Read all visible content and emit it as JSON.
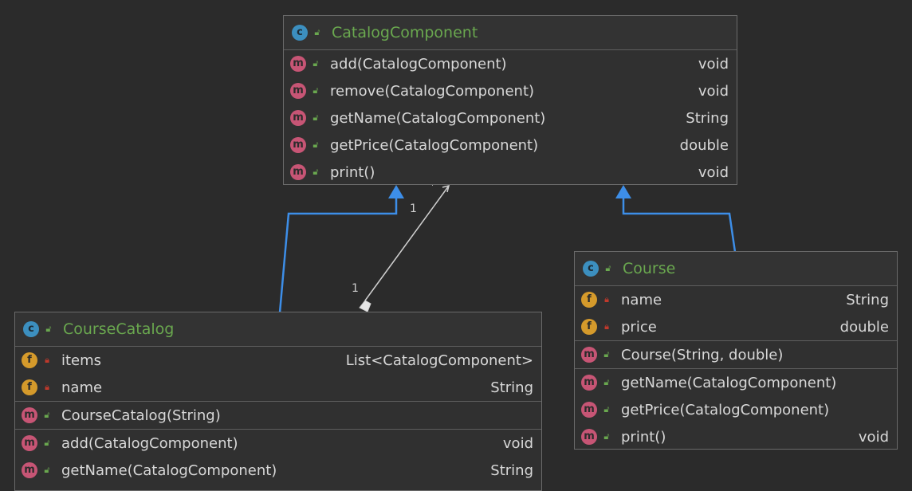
{
  "colors": {
    "background": "#2b2b2b",
    "class_name": "#6aa84f",
    "inheritance_edge": "#3d8ee8",
    "association_edge": "#d0d0d0"
  },
  "classes": {
    "catalog_component": {
      "name": "CatalogComponent",
      "icon": "class-icon",
      "methods": [
        {
          "name": "add(CatalogComponent)",
          "type": "void"
        },
        {
          "name": "remove(CatalogComponent)",
          "type": "void"
        },
        {
          "name": "getName(CatalogComponent)",
          "type": "String"
        },
        {
          "name": "getPrice(CatalogComponent)",
          "type": "double"
        },
        {
          "name": "print()",
          "type": "void"
        }
      ]
    },
    "course": {
      "name": "Course",
      "icon": "class-icon",
      "fields": [
        {
          "name": "name",
          "type": "String"
        },
        {
          "name": "price",
          "type": "double"
        }
      ],
      "constructors": [
        {
          "name": "Course(String, double)"
        }
      ],
      "methods": [
        {
          "name": "getName(CatalogComponent)",
          "type": ""
        },
        {
          "name": "getPrice(CatalogComponent)",
          "type": "!"
        },
        {
          "name": "print()",
          "type": "void"
        }
      ]
    },
    "course_catalog": {
      "name": "CourseCatalog",
      "icon": "class-icon",
      "fields": [
        {
          "name": "items",
          "type": "List<CatalogComponent>"
        },
        {
          "name": "name",
          "type": "String"
        }
      ],
      "constructors": [
        {
          "name": "CourseCatalog(String)"
        }
      ],
      "methods": [
        {
          "name": "add(CatalogComponent)",
          "type": "void"
        },
        {
          "name": "getName(CatalogComponent)",
          "type": "String"
        }
      ]
    }
  },
  "edges": {
    "aggregation": {
      "source_multiplicity": "1",
      "target_multiplicity": "1",
      "target_star": "*"
    }
  }
}
